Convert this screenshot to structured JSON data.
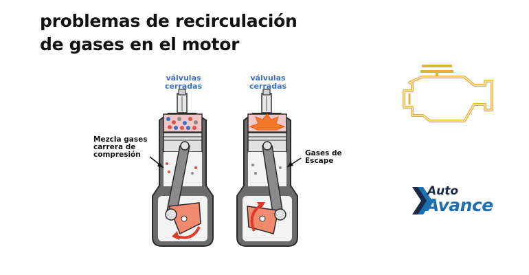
{
  "title": {
    "line1": "problemas de recirculación",
    "line2": "de gases en el motor"
  },
  "left_cylinder": {
    "valve_line1": "válvulas",
    "valve_line2": "cerradas",
    "label_line1": "Mezcla gases",
    "label_line2": "carrera de",
    "label_line3": "compresión"
  },
  "right_cylinder": {
    "valve_line1": "válvulas",
    "valve_line2": "cerradas",
    "label_line1": "Gases de",
    "label_line2": "Escape"
  },
  "brand": {
    "auto": "Auto",
    "avance": "Avance"
  },
  "icons": {
    "check_engine": "check-engine-icon",
    "brand_logo": "auto-avance-logo"
  },
  "colors": {
    "label_blue": "#3a6fc4",
    "engine_gold": "#e3b23c",
    "explosion": "#f07a2a",
    "crank_salmon": "#f08a6e",
    "rotation_red": "#e03a2a",
    "brand_dark": "#1a2a4a",
    "brand_blue": "#1e6fb0"
  }
}
